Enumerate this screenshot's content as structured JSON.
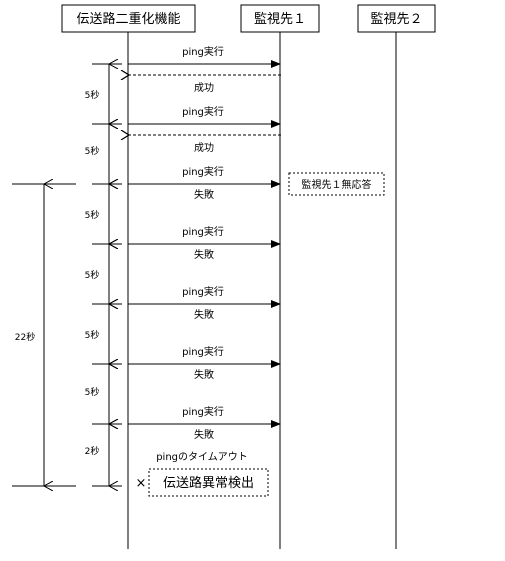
{
  "participants": [
    {
      "id": "p1",
      "label": "伝送路二重化機能"
    },
    {
      "id": "p2",
      "label": "監視先１"
    },
    {
      "id": "p3",
      "label": "監視先２"
    }
  ],
  "messages": [
    {
      "label": "ping実行",
      "reply": "成功",
      "reply_dashed": true
    },
    {
      "label": "ping実行",
      "reply": "成功",
      "reply_dashed": true
    },
    {
      "label": "ping実行",
      "reply": "失敗",
      "reply_dashed": false
    },
    {
      "label": "ping実行",
      "reply": "失敗",
      "reply_dashed": false
    },
    {
      "label": "ping実行",
      "reply": "失敗",
      "reply_dashed": false
    },
    {
      "label": "ping実行",
      "reply": "失敗",
      "reply_dashed": false
    },
    {
      "label": "ping実行",
      "reply": "失敗",
      "reply_dashed": false
    }
  ],
  "intervals": [
    "5秒",
    "5秒",
    "5秒",
    "5秒",
    "5秒",
    "5秒",
    "2秒"
  ],
  "total_interval": "22秒",
  "timeout_label": "pingのタイムアウト",
  "no_response_note": "監視先１無応答",
  "detection_note": "伝送路異常検出",
  "cross_mark": "×"
}
